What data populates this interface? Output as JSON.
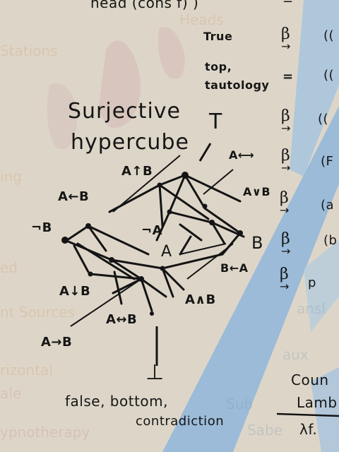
{
  "header_fragment": "head (cons f) )",
  "header_eq": "=",
  "beta_symbol": "β",
  "right_column": [
    {
      "label": "True",
      "op": "β",
      "rhs": "(("
    },
    {
      "label": "top, tautology",
      "op": "=",
      "rhs": "(("
    },
    {
      "label": "T",
      "op": "β",
      "rhs": "(("
    },
    {
      "label": "A⟷",
      "op": "β",
      "rhs": "(F"
    },
    {
      "label": "A∨B",
      "op": "β",
      "rhs": "(a"
    },
    {
      "label": "B",
      "op": "β",
      "rhs": "(b"
    },
    {
      "label": "B←A",
      "op": "β",
      "rhs": "p"
    }
  ],
  "title_line1": "Surjective",
  "title_line2": "hypercube",
  "nodes": {
    "a_nand_b": "A↑B",
    "a_from_b": "A←B",
    "not_b": "¬B",
    "not_a": "¬A",
    "a": "A",
    "a_nor_b": "A↓B",
    "a_and_b": "A∧B",
    "a_iff_b": "A↔B",
    "a_to_b": "A→B"
  },
  "bottom_symbol": "⊥",
  "bottom_caption_1": "false, bottom,",
  "bottom_caption_2": "contradiction",
  "corner_lines": [
    "Coun",
    "Lamb",
    "λf."
  ],
  "faded_board_text": [
    "Stations",
    "ing",
    "ed",
    "nt Sources",
    "rizontal",
    "ale",
    "ypnotherapy",
    "Heads",
    "Sub",
    "ansl",
    "Sabe",
    "aux"
  ],
  "colors": {
    "board": "#ddd6c8",
    "marker": "#141414",
    "blue_paint": "#8fb6db",
    "faded_orange": "#d59a70",
    "faded_pink": "#c98a99"
  }
}
